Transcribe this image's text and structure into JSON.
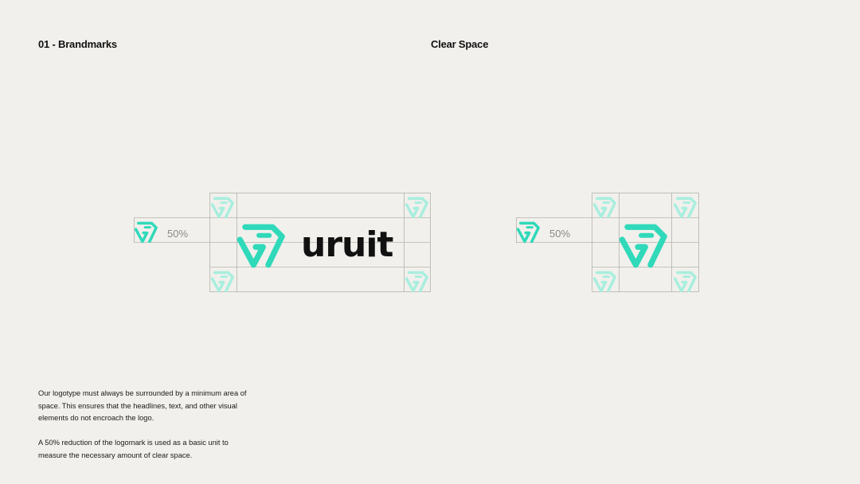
{
  "headings": {
    "left": "01 - Brandmarks",
    "right": "Clear Space"
  },
  "diagrams": {
    "logotype": {
      "reduction_label": "50%",
      "wordmark": "uruit"
    },
    "logomark": {
      "reduction_label": "50%"
    }
  },
  "description": {
    "paragraph1": "Our logotype must always be surrounded by a minimum area of space. This ensures that the headlines, text, and other visual elements do not encroach the logo.",
    "paragraph2": "A 50% reduction of the logomark is used as a basic unit to measure the necessary amount of clear space."
  },
  "colors": {
    "background": "#f1f0ec",
    "brand_mint": "#2fd9b9",
    "brand_mint_faded": "#a8eede",
    "guide_lines": "#b5b4ae",
    "text": "#111111"
  },
  "icons": [
    "uruit-logomark-icon"
  ]
}
